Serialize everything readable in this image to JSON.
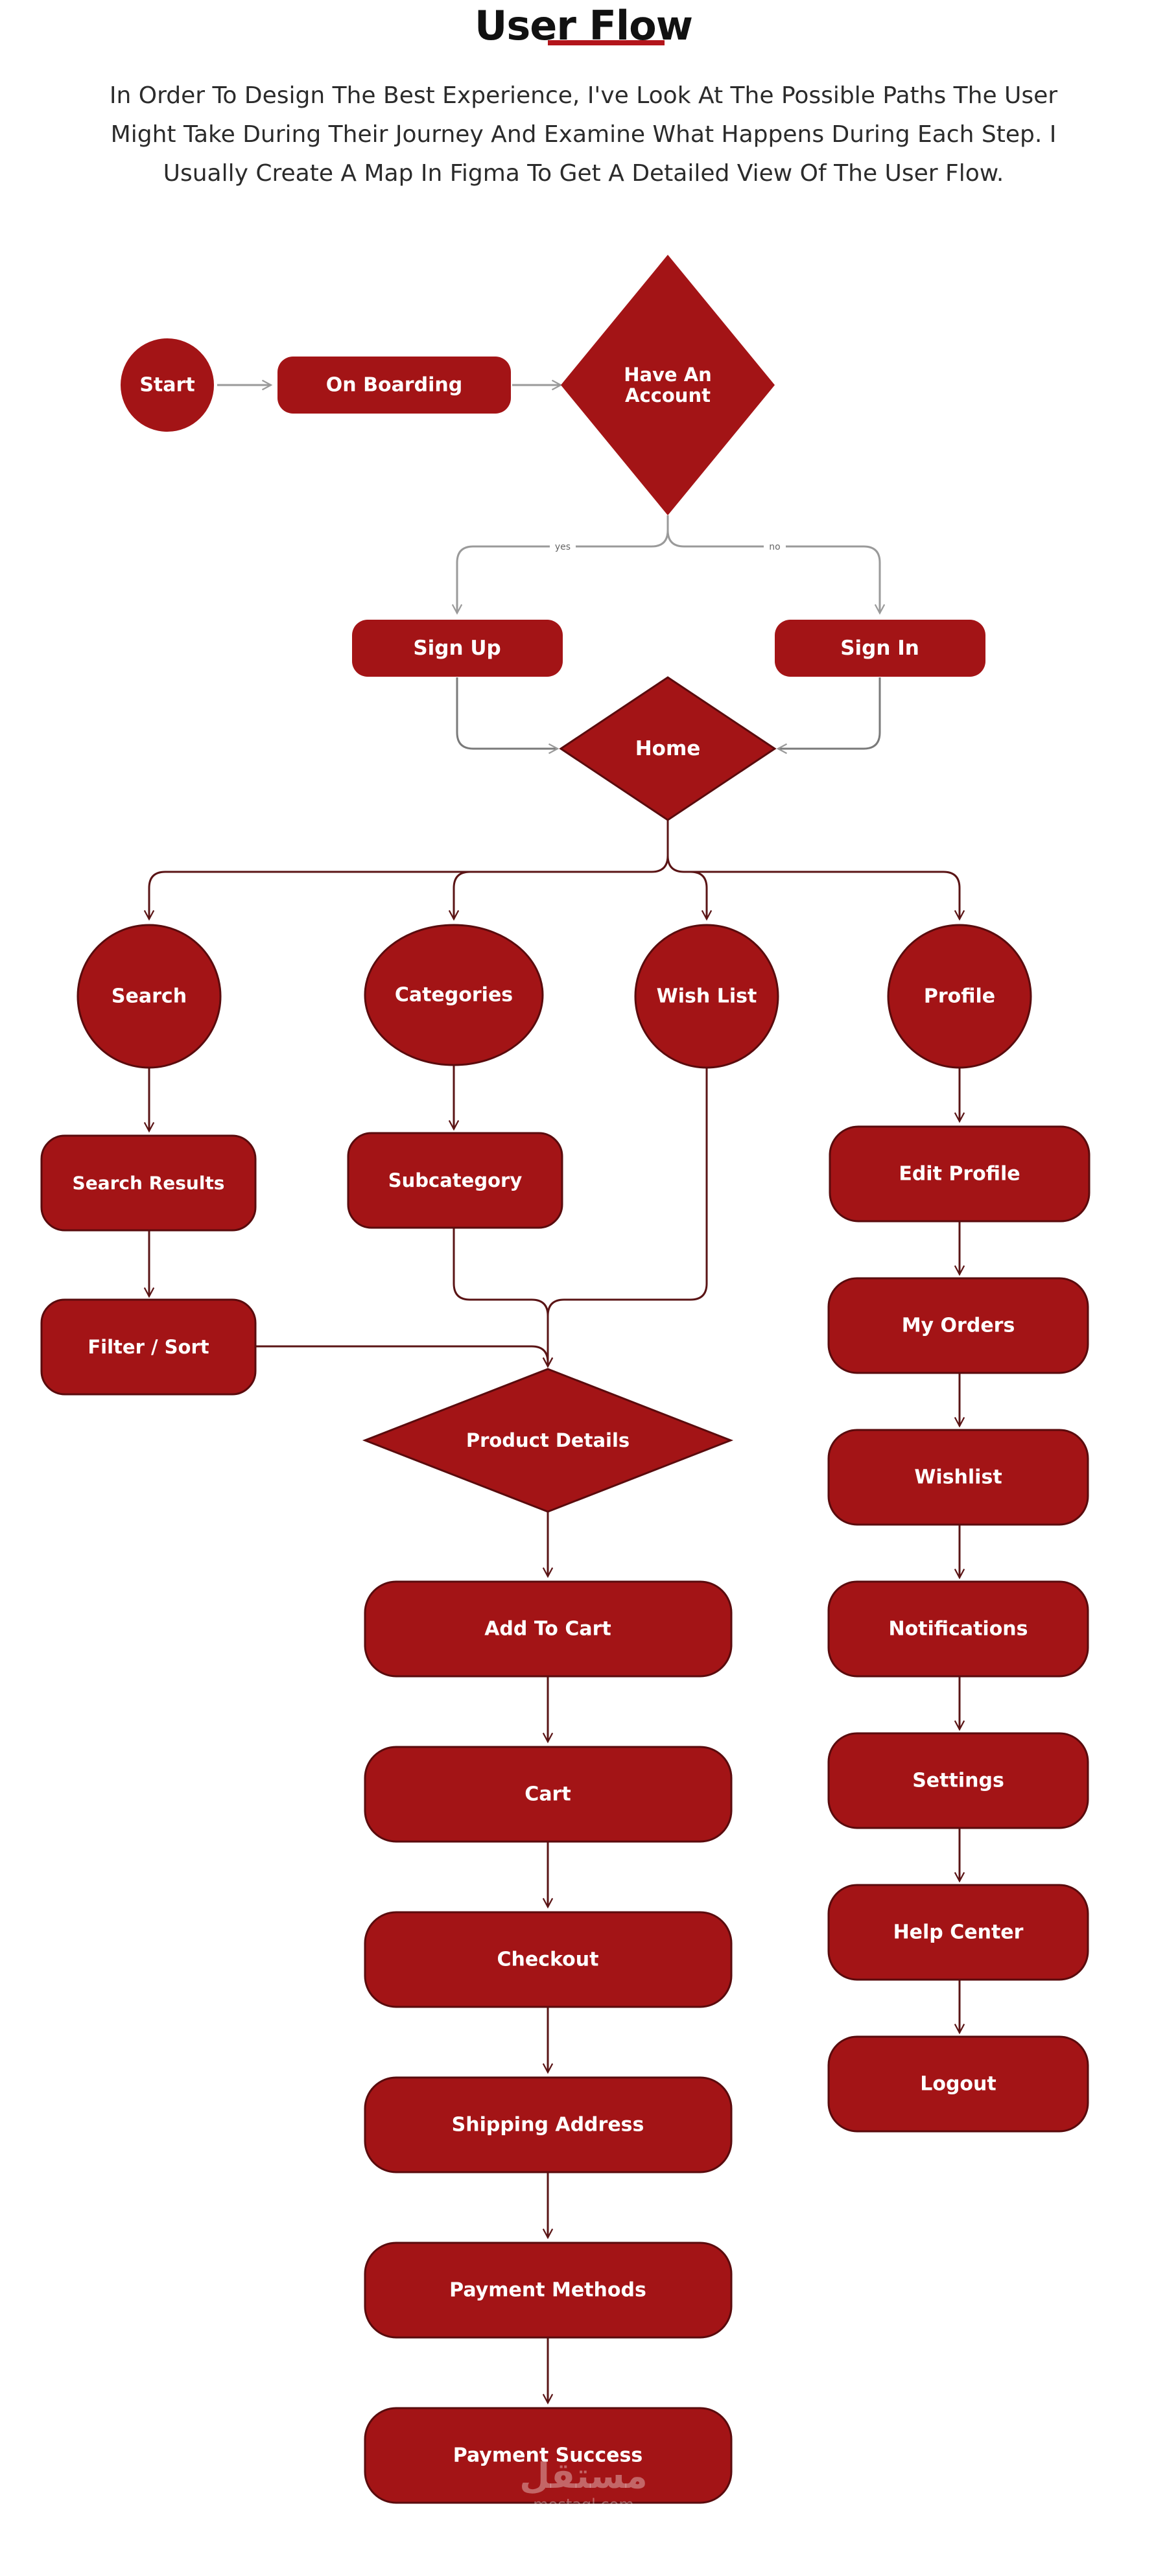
{
  "header": {
    "title": "User Flow",
    "intro": "In Order To Design The Best Experience, I've Look At The Possible Paths The User Might Take During Their Journey And Examine What Happens During Each Step. I Usually Create A Map In Figma To Get A Detailed View Of The User Flow."
  },
  "colors": {
    "node_fill": "#a31416",
    "node_stroke": "#5a0b0d",
    "connector_dark": "#5a1415",
    "connector_light": "#9a9a9a",
    "accent": "#b3151b"
  },
  "nodes": {
    "start": "Start",
    "onboarding": "On Boarding",
    "have_account": [
      "Have An",
      "Account"
    ],
    "sign_up": "Sign Up",
    "sign_in": "Sign In",
    "home": "Home",
    "search": "Search",
    "categories": "Categories",
    "wish_list": "Wish List",
    "profile": "Profile",
    "search_results": "Search Results",
    "subcategory": "Subcategory",
    "filter_sort": "Filter / Sort",
    "product_details": "Product Details",
    "add_to_cart": "Add To Cart",
    "cart": "Cart",
    "checkout": "Checkout",
    "shipping_address": "Shipping Address",
    "payment_methods": "Payment Methods",
    "payment_success": "Payment Success",
    "edit_profile": "Edit Profile",
    "my_orders": "My Orders",
    "wishlist": "Wishlist",
    "notifications": "Notifications",
    "settings": "Settings",
    "help_center": "Help Center",
    "logout": "Logout"
  },
  "branches": {
    "yes": "yes",
    "no": "no"
  },
  "watermark": {
    "arabic": "مستقل",
    "latin": "mostaql.com"
  }
}
